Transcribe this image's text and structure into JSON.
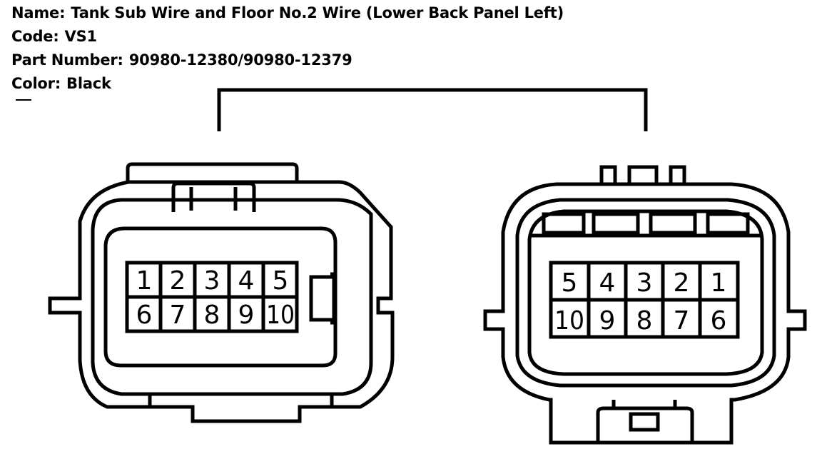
{
  "info": {
    "name_label": "Name:",
    "name_value": "Tank Sub Wire and Floor No.2 Wire (Lower Back Panel Left)",
    "code_label": "Code:",
    "code_value": "VS1",
    "part_label": "Part Number:",
    "part_value": "90980-12380/90980-12379",
    "color_label": "Color:",
    "color_value": "Black"
  },
  "connector_left": {
    "pins_top": [
      "1",
      "2",
      "3",
      "4",
      "5"
    ],
    "pins_bottom": [
      "6",
      "7",
      "8",
      "9",
      "10"
    ]
  },
  "connector_right": {
    "pins_top": [
      "5",
      "4",
      "3",
      "2",
      "1"
    ],
    "pins_bottom": [
      "10",
      "9",
      "8",
      "7",
      "6"
    ]
  },
  "colors": {
    "line": "#000000",
    "background": "#ffffff"
  }
}
